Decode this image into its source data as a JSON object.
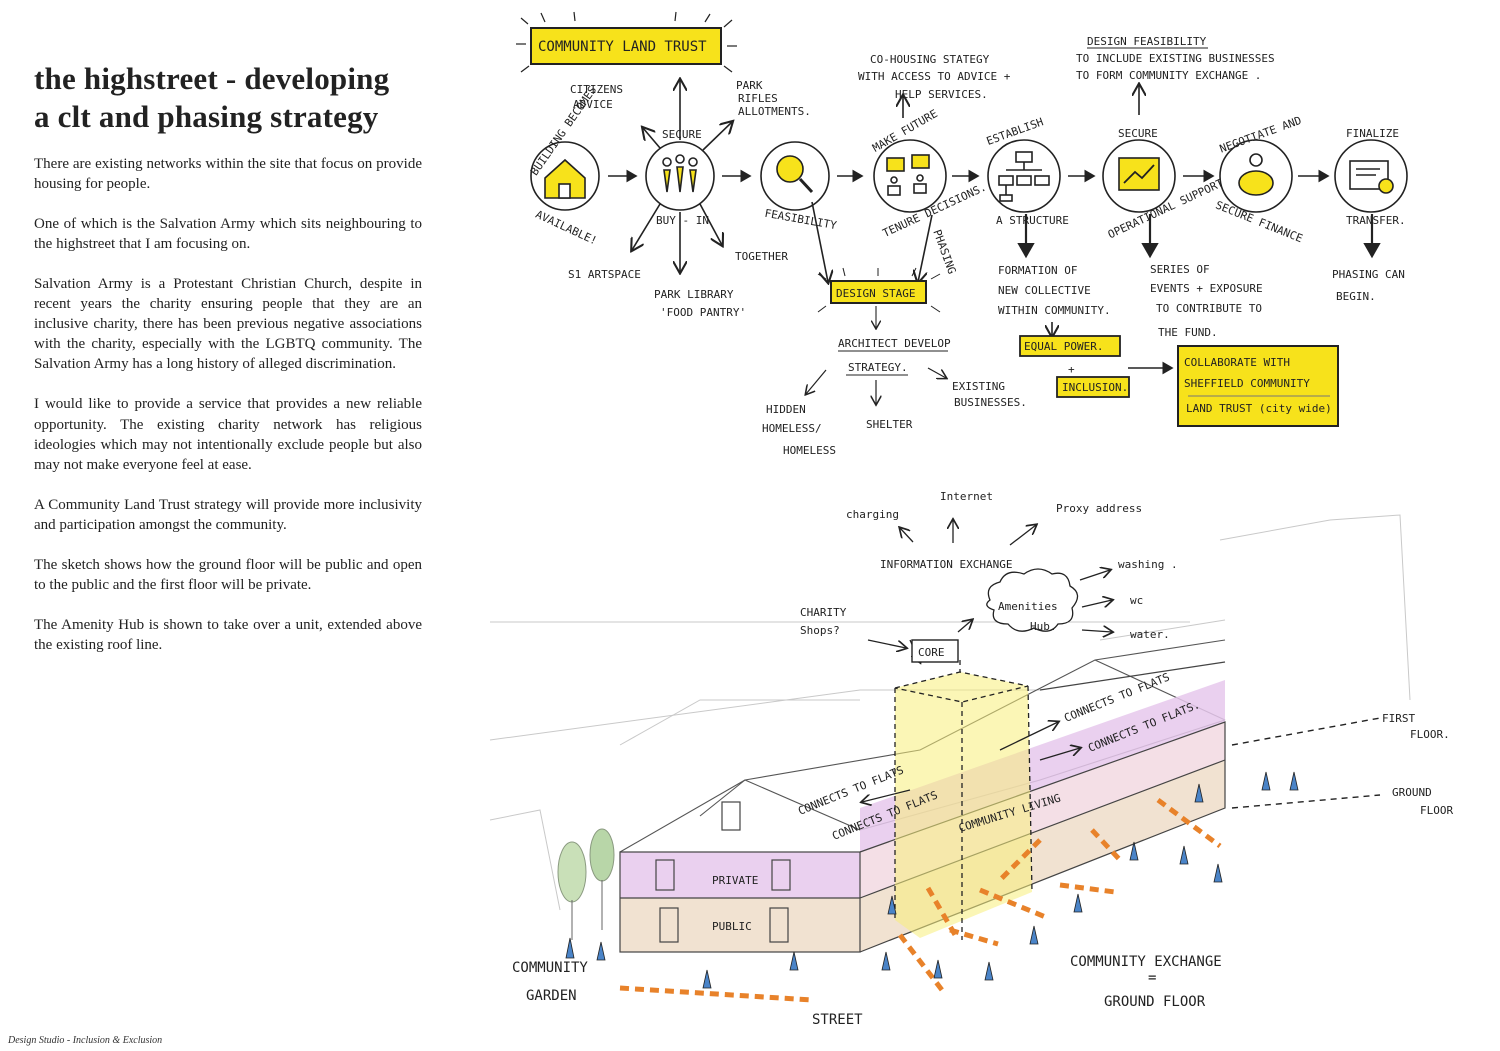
{
  "title_line1": "the highstreet - developing",
  "title_line2": "a clt and phasing strategy",
  "paragraphs": [
    "There are existing networks within the site that focus on provide housing for people.",
    "One of which is the Salvation Army which sits neighbouring to the highstreet that I am focusing on.",
    "Salvation Army is a Protestant Christian Church, despite in recent years the charity ensuring people that they are an inclusive charity, there has been previous negative associations with the charity, especially with the LGBTQ community. The Salvation Army has a long history of alleged discrimination.",
    "I would like to provide a service that provides a new reliable opportunity. The existing charity network has religious ideologies which may not intentionally exclude people but also may not make everyone feel at ease.",
    "A Community Land Trust strategy will provide more inclusivity and participation amongst the community.",
    "The sketch shows how the ground floor will be public and open to the public and the first floor will be private.",
    "The Amenity Hub is shown to take over a unit, extended above the existing roof line."
  ],
  "footer": "Design Studio - Inclusion & Exclusion",
  "colors": {
    "highlight": "#f7e21b",
    "arrow_orange": "#e8822a",
    "people_blue": "#4a84c8",
    "private_pink": "#e6c8ec",
    "public_beige": "#efdfcc",
    "tree_green": "#b8d6a8"
  },
  "flow": {
    "clt": "COMMUNITY LAND TRUST",
    "citizens": [
      "CITIZENS",
      "ADVICE"
    ],
    "park": [
      "PARK",
      "RIFLES",
      "ALLOTMENTS."
    ],
    "artspace": "S1 ARTSPACE",
    "library": [
      "PARK LIBRARY",
      "'FOOD PANTRY'"
    ],
    "together": "TOGETHER",
    "cohousing": [
      "CO-HOUSING STATEGY",
      "WITH ACCESS TO ADVICE +",
      "HELP SERVICES."
    ],
    "design_feas": [
      "DESIGN FEASIBILITY",
      "TO INCLUDE EXISTING BUSINESSES",
      "TO FORM COMMUNITY EXCHANGE ."
    ],
    "n1": [
      "BUILDING BECOMES",
      "AVAILABLE!"
    ],
    "n2": [
      "SECURE",
      "BUY - IN"
    ],
    "n3": [
      "FEASIBILITY"
    ],
    "n4": [
      "MAKE FUTURE",
      "TENURE DECISIONS."
    ],
    "n5": [
      "ESTABLISH",
      "A STRUCTURE"
    ],
    "n6": [
      "SECURE",
      "OPERATIONAL SUPPORT"
    ],
    "n7": [
      "NEGOTIATE AND",
      "SECURE FINANCE"
    ],
    "n8": [
      "FINALIZE",
      "TRANSFER."
    ],
    "phasing": "PHASING",
    "design_stage": "DESIGN STAGE",
    "architect": [
      "ARCHITECT DEVELOP",
      "STRATEGY."
    ],
    "hidden": [
      "HIDDEN",
      "HOMELESS/",
      "HOMELESS"
    ],
    "shelter": "SHELTER",
    "existing": [
      "EXISTING",
      "BUSINESSES."
    ],
    "formation": [
      "FORMATION OF",
      "NEW COLLECTIVE",
      "WITHIN COMMUNITY."
    ],
    "equal": "EQUAL POWER.",
    "plus": "+",
    "inclusion": "INCLUSION.",
    "series": [
      "SERIES OF",
      "EVENTS + EXPOSURE",
      "TO CONTRIBUTE TO",
      "THE FUND."
    ],
    "collab": [
      "COLLABORATE WITH",
      "SHEFFIELD COMMUNITY",
      "LAND TRUST (city wide)"
    ],
    "phasing_begin": [
      "PHASING CAN",
      "BEGIN."
    ]
  },
  "sketch": {
    "charging": "charging",
    "internet": "Internet",
    "proxy": "Proxy address",
    "info_exchange": "INFORMATION EXCHANGE",
    "amenities": [
      "Amenities",
      "Hub."
    ],
    "washing": "washing .",
    "wc": "wc",
    "water": "water.",
    "charity": [
      "CHARITY",
      "Shops?"
    ],
    "core": "CORE",
    "connects1": "CONNECTS TO FLATS",
    "connects2": "CONNECTS TO FLATS.",
    "connects3": "CONNECTS TO FLATS",
    "connects4": "CONNECTS TO FLATS",
    "community_living": "COMMUNITY LIVING",
    "first_floor": [
      "FIRST",
      "FLOOR."
    ],
    "ground_floor": [
      "GROUND",
      "FLOOR"
    ],
    "private": "PRIVATE",
    "public": "PUBLIC",
    "community_garden": [
      "COMMUNITY",
      "GARDEN"
    ],
    "street": "STREET",
    "community_exchange": [
      "COMMUNITY EXCHANGE",
      "=",
      "GROUND FLOOR"
    ]
  }
}
